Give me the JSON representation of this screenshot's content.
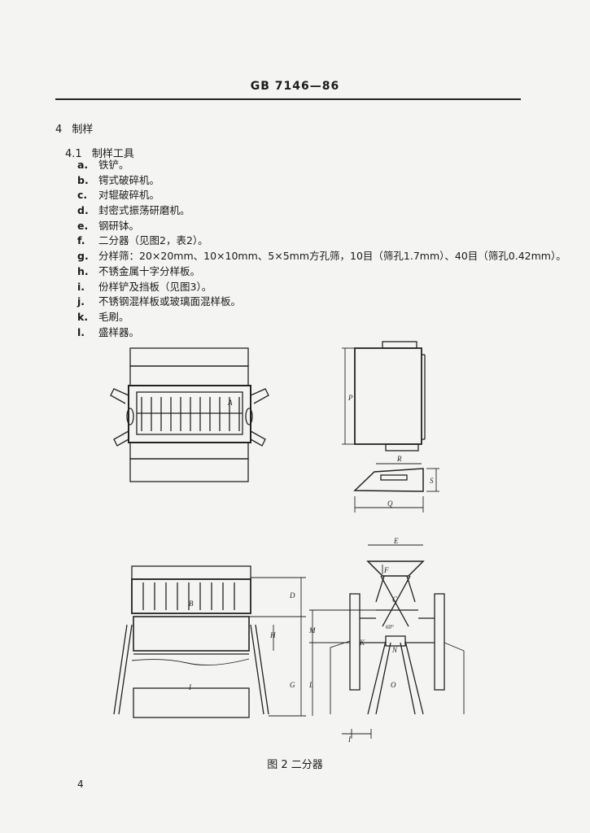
{
  "header": "GB  7146—86",
  "section": {
    "number": "4",
    "title": "制样"
  },
  "subsection": {
    "number": "4.1",
    "title": "制样工具"
  },
  "items": [
    {
      "marker": "a.",
      "text": "铁铲。"
    },
    {
      "marker": "b.",
      "text": "锷式破碎机。"
    },
    {
      "marker": "c.",
      "text": "对辊破碎机。"
    },
    {
      "marker": "d.",
      "text": "封密式振荡研磨机。"
    },
    {
      "marker": "e.",
      "text": "钢研钵。"
    },
    {
      "marker": "f.",
      "text": "二分器（见图2，表2）。"
    },
    {
      "marker": "g.",
      "text": "分样筛：20×20mm、10×10mm、5×5mm方孔筛，10目（筛孔1.7mm）、40目（筛孔0.42mm）。"
    },
    {
      "marker": "h.",
      "text": "不锈金属十字分样板。"
    },
    {
      "marker": "i.",
      "text": "份样铲及挡板（见图3）。"
    },
    {
      "marker": "j.",
      "text": "不锈钢混样板或玻璃面混样板。"
    },
    {
      "marker": "k.",
      "text": "毛刷。"
    },
    {
      "marker": "l.",
      "text": "盛样器。"
    }
  ],
  "figure": {
    "labels": {
      "A": "A",
      "B": "B",
      "C": "C",
      "D": "D",
      "E": "E",
      "F": "F",
      "G": "G",
      "H": "H",
      "I": "I",
      "K": "K",
      "L": "L",
      "M": "M",
      "N": "N",
      "O": "O",
      "P": "P",
      "Q": "Q",
      "R": "R",
      "S": "S",
      "angle": "60°"
    },
    "caption": "图 2   二分器"
  },
  "page_number": "4"
}
